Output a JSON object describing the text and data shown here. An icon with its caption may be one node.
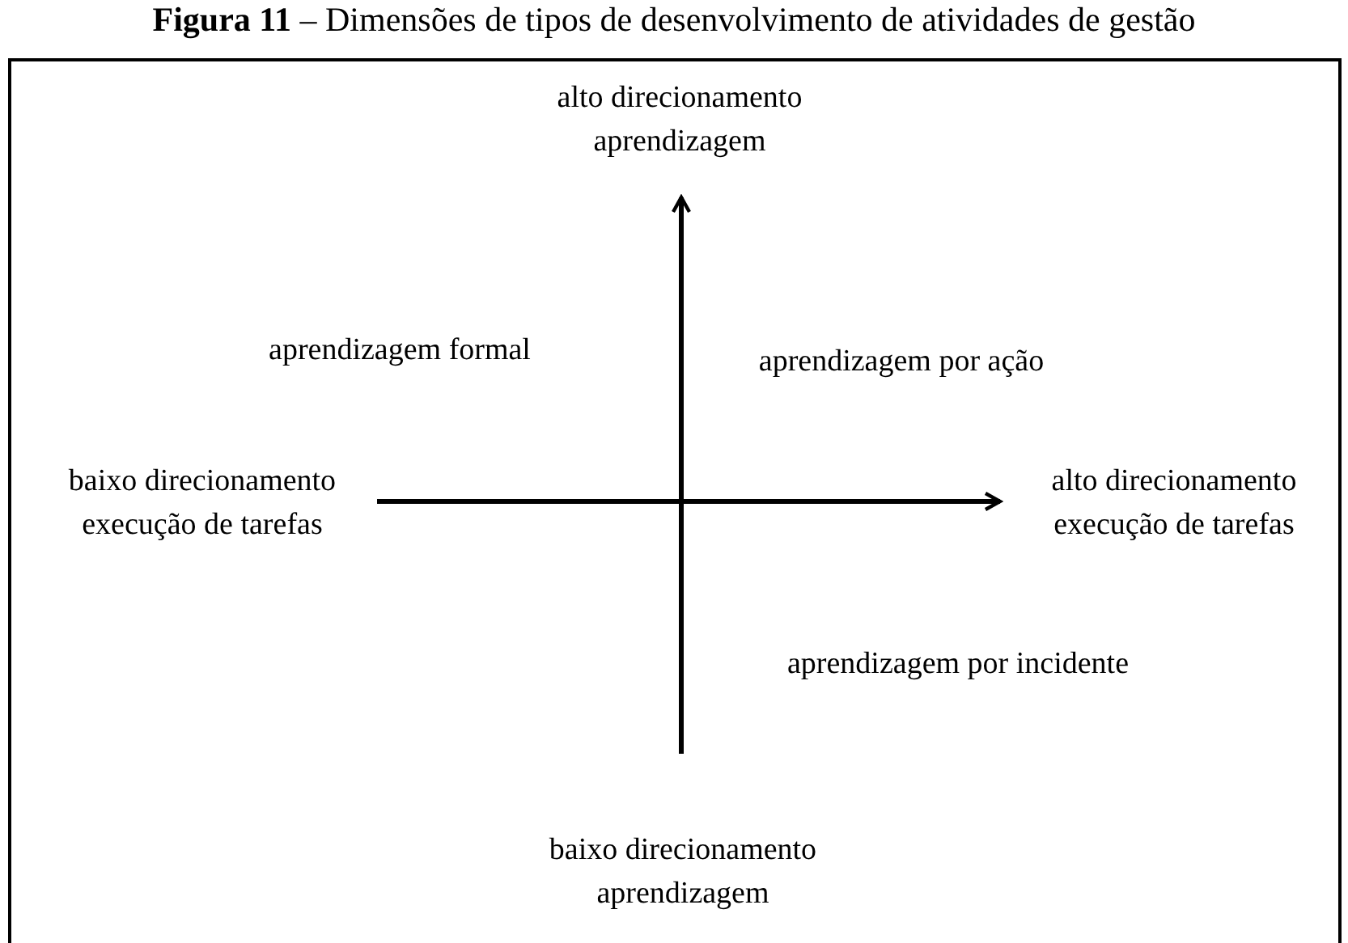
{
  "diagram": {
    "title": "**Figura 11** – Dimensões de tipos de desenvolvimento de atividades de gestão",
    "labels": [
      "alto direcionamento aprendizagem",
      "aprendizagem formal",
      "aprendizagem por ação",
      "baixo direcionamento execução de tarefas",
      "alto direcionamento execução de tarefas",
      "aprendizagem por incidente",
      "baixo direcionamento aprendizagem"
    ]
  }
}
